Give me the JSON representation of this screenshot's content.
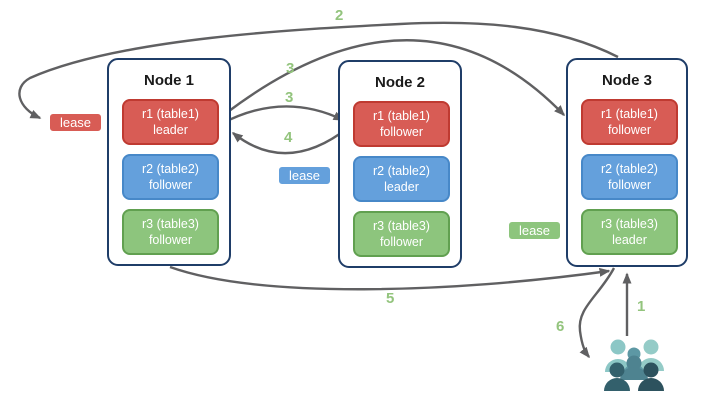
{
  "diagram": {
    "nodes": [
      {
        "title": "Node 1",
        "replicas": [
          {
            "name": "r1 (table1)",
            "role": "leader",
            "color": "red"
          },
          {
            "name": "r2 (table2)",
            "role": "follower",
            "color": "blue"
          },
          {
            "name": "r3 (table3)",
            "role": "follower",
            "color": "green"
          }
        ]
      },
      {
        "title": "Node 2",
        "replicas": [
          {
            "name": "r1 (table1)",
            "role": "follower",
            "color": "red"
          },
          {
            "name": "r2 (table2)",
            "role": "leader",
            "color": "blue"
          },
          {
            "name": "r3 (table3)",
            "role": "follower",
            "color": "green"
          }
        ]
      },
      {
        "title": "Node 3",
        "replicas": [
          {
            "name": "r1 (table1)",
            "role": "follower",
            "color": "red"
          },
          {
            "name": "r2 (table2)",
            "role": "follower",
            "color": "blue"
          },
          {
            "name": "r3 (table3)",
            "role": "leader",
            "color": "green"
          }
        ]
      }
    ],
    "leases": [
      {
        "label": "lease",
        "color": "red"
      },
      {
        "label": "lease",
        "color": "blue"
      },
      {
        "label": "lease",
        "color": "green"
      }
    ],
    "steps": [
      {
        "label": "1"
      },
      {
        "label": "2"
      },
      {
        "label": "3"
      },
      {
        "label": "3"
      },
      {
        "label": "4"
      },
      {
        "label": "5"
      },
      {
        "label": "6"
      }
    ],
    "icons": {
      "client": "users-group-icon"
    },
    "colors": {
      "red_fill": "#d85c55",
      "red_border": "#bf3a31",
      "blue_fill": "#64a0dc",
      "blue_border": "#4788c8",
      "green_fill": "#8dc57d",
      "green_border": "#61a050",
      "node_border": "#1f3d68",
      "arrow": "#606062",
      "step_label": "#93c47d"
    }
  }
}
